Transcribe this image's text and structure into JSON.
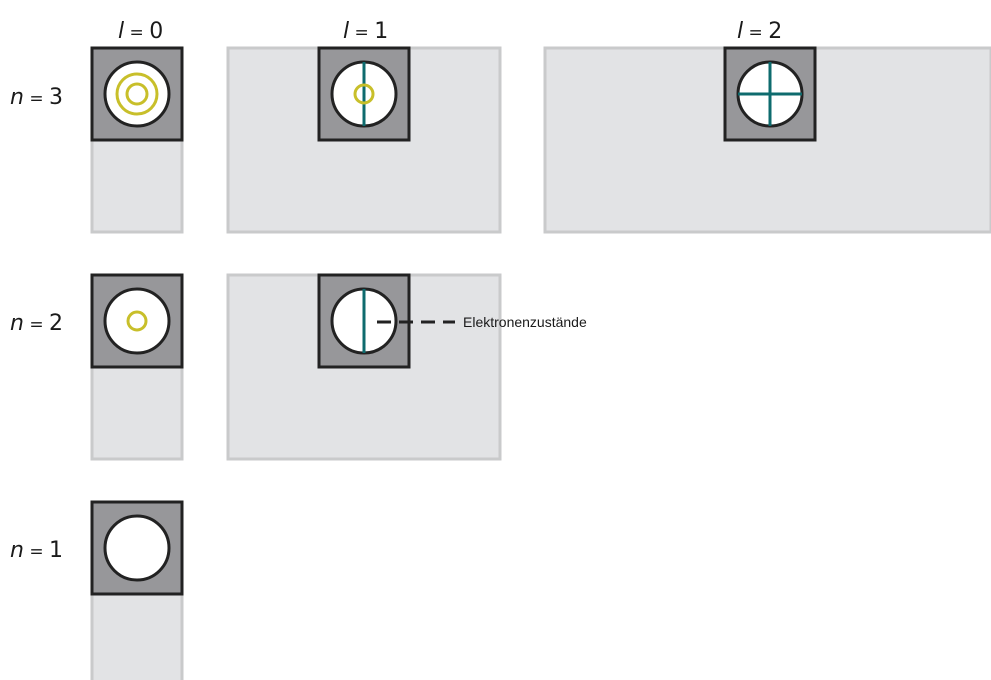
{
  "columns": [
    {
      "var": "l",
      "eq": " = ",
      "value": "0"
    },
    {
      "var": "l",
      "eq": " = ",
      "value": "1"
    },
    {
      "var": "l",
      "eq": " = ",
      "value": "2"
    }
  ],
  "rows": [
    {
      "var": "n",
      "eq": " = ",
      "value": "3"
    },
    {
      "var": "n",
      "eq": " = ",
      "value": "2"
    },
    {
      "var": "n",
      "eq": " = ",
      "value": "1"
    }
  ],
  "annotation": {
    "text": "Elektronenzustände"
  },
  "colors": {
    "panel": "#e2e3e5",
    "panel_border": "#c9cacb",
    "tile": "#97979a",
    "tile_border": "#222222",
    "circle_fill": "#ffffff",
    "ring": "#c8bf2a",
    "node_line": "#0e6b6e"
  }
}
